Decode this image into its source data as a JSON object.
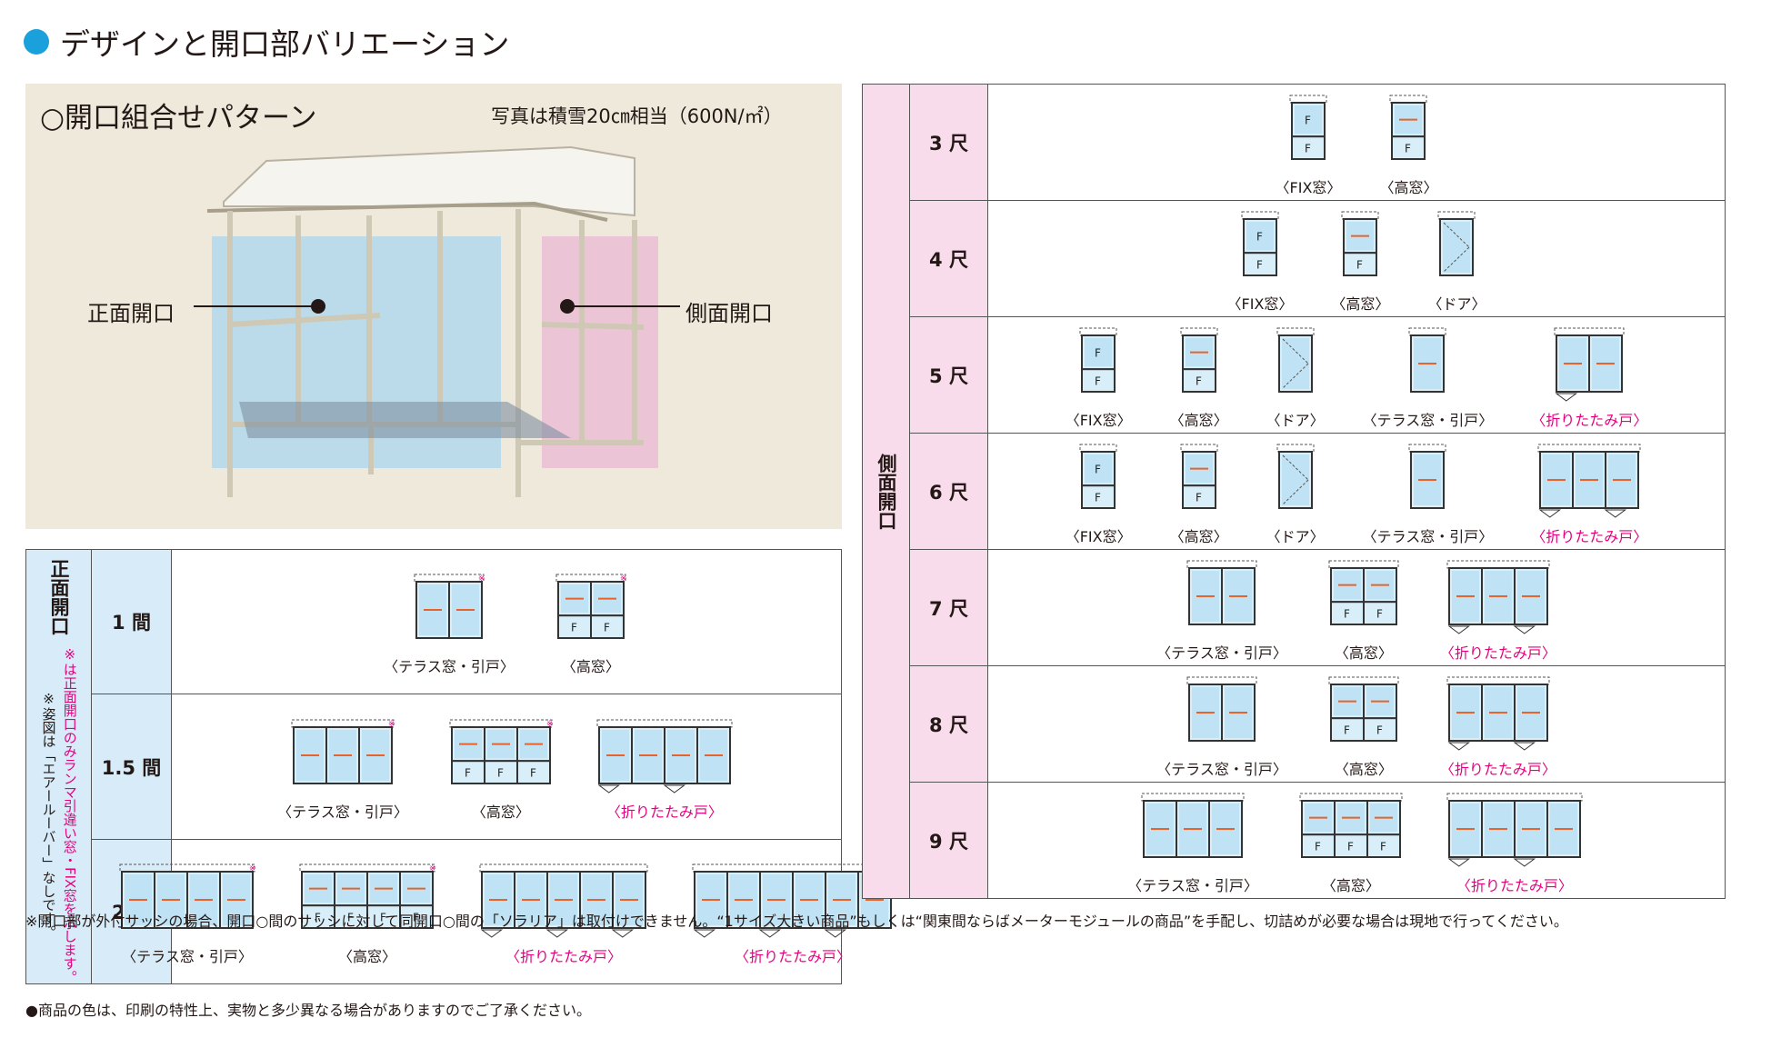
{
  "page_title": "デザインと開口部バリエーション",
  "photo": {
    "heading": "○開口組合せパターン",
    "note": "写真は積雪20㎝相当（600N/㎡）",
    "front_label": "正面開口",
    "side_label": "側面開口"
  },
  "front_table": {
    "category": "正面開口",
    "note_pink": "※は正面開口のみランマ引違い窓・FIX窓を示します。",
    "note_black": "※姿図は「エアールーバー」なしです。",
    "rows": [
      {
        "size": "1 間",
        "items": [
          {
            "caption": "〈テラス窓・引戸〉",
            "kind": "terrace",
            "panels": 2,
            "star": true
          },
          {
            "caption": "〈高窓〉",
            "kind": "high",
            "panels": 2,
            "star": true
          }
        ]
      },
      {
        "size": "1.5 間",
        "items": [
          {
            "caption": "〈テラス窓・引戸〉",
            "kind": "terrace",
            "panels": 3,
            "star": true
          },
          {
            "caption": "〈高窓〉",
            "kind": "high",
            "panels": 3,
            "star": true
          },
          {
            "caption": "〈折りたたみ戸〉",
            "kind": "fold",
            "panels": 4,
            "star": false
          }
        ]
      },
      {
        "size": "2 間",
        "items": [
          {
            "caption": "〈テラス窓・引戸〉",
            "kind": "terrace",
            "panels": 4,
            "star": true
          },
          {
            "caption": "〈高窓〉",
            "kind": "high",
            "panels": 4,
            "star": true
          },
          {
            "caption": "〈折りたたみ戸〉",
            "kind": "fold",
            "panels": 5,
            "star": false
          },
          {
            "caption": "〈折りたたみ戸〉",
            "kind": "fold",
            "panels": 6,
            "star": false
          }
        ]
      }
    ]
  },
  "side_table": {
    "category": "側面開口",
    "rows": [
      {
        "size": "3 尺",
        "items": [
          {
            "caption": "〈FIX窓〉",
            "kind": "fix",
            "panels": 1
          },
          {
            "caption": "〈高窓〉",
            "kind": "high",
            "panels": 1
          }
        ]
      },
      {
        "size": "4 尺",
        "items": [
          {
            "caption": "〈FIX窓〉",
            "kind": "fix",
            "panels": 1
          },
          {
            "caption": "〈高窓〉",
            "kind": "high",
            "panels": 1
          },
          {
            "caption": "〈ドア〉",
            "kind": "door",
            "panels": 1
          }
        ]
      },
      {
        "size": "5 尺",
        "items": [
          {
            "caption": "〈FIX窓〉",
            "kind": "fix",
            "panels": 1
          },
          {
            "caption": "〈高窓〉",
            "kind": "high",
            "panels": 1
          },
          {
            "caption": "〈ドア〉",
            "kind": "door",
            "panels": 1
          },
          {
            "caption": "〈テラス窓・引戸〉",
            "kind": "terrace",
            "panels": 1
          },
          {
            "caption": "〈折りたたみ戸〉",
            "kind": "fold",
            "panels": 2
          }
        ]
      },
      {
        "size": "6 尺",
        "items": [
          {
            "caption": "〈FIX窓〉",
            "kind": "fix",
            "panels": 1
          },
          {
            "caption": "〈高窓〉",
            "kind": "high",
            "panels": 1
          },
          {
            "caption": "〈ドア〉",
            "kind": "door",
            "panels": 1
          },
          {
            "caption": "〈テラス窓・引戸〉",
            "kind": "terrace",
            "panels": 1
          },
          {
            "caption": "〈折りたたみ戸〉",
            "kind": "fold",
            "panels": 3
          }
        ]
      },
      {
        "size": "7 尺",
        "items": [
          {
            "caption": "〈テラス窓・引戸〉",
            "kind": "terrace",
            "panels": 2
          },
          {
            "caption": "〈高窓〉",
            "kind": "high",
            "panels": 2
          },
          {
            "caption": "〈折りたたみ戸〉",
            "kind": "fold",
            "panels": 3
          }
        ]
      },
      {
        "size": "8 尺",
        "items": [
          {
            "caption": "〈テラス窓・引戸〉",
            "kind": "terrace",
            "panels": 2
          },
          {
            "caption": "〈高窓〉",
            "kind": "high",
            "panels": 2
          },
          {
            "caption": "〈折りたたみ戸〉",
            "kind": "fold",
            "panels": 3
          }
        ]
      },
      {
        "size": "9 尺",
        "items": [
          {
            "caption": "〈テラス窓・引戸〉",
            "kind": "terrace",
            "panels": 3
          },
          {
            "caption": "〈高窓〉",
            "kind": "high",
            "panels": 3
          },
          {
            "caption": "〈折りたたみ戸〉",
            "kind": "fold",
            "panels": 4
          }
        ]
      }
    ]
  },
  "footnote": "※開口部が外付サッシの場合、開口○間のサッシに対して同開口○間の「ソラリア」は取付けできません。“1サイズ大きい商品”もしくは“関東間ならばメーターモジュールの商品”を手配し、切詰めが必要な場合は現地で行ってください。",
  "color_note": "●商品の色は、印刷の特性上、実物と多少異なる場合がありますのでご了承ください。",
  "colors": {
    "accent_blue": "#1aa0db",
    "front_bg": "#d7ecf8",
    "side_bg": "#f9dcec",
    "photo_bg": "#efe9dc",
    "arrow": "#e8632a",
    "caption_pink": "#e4007f"
  }
}
